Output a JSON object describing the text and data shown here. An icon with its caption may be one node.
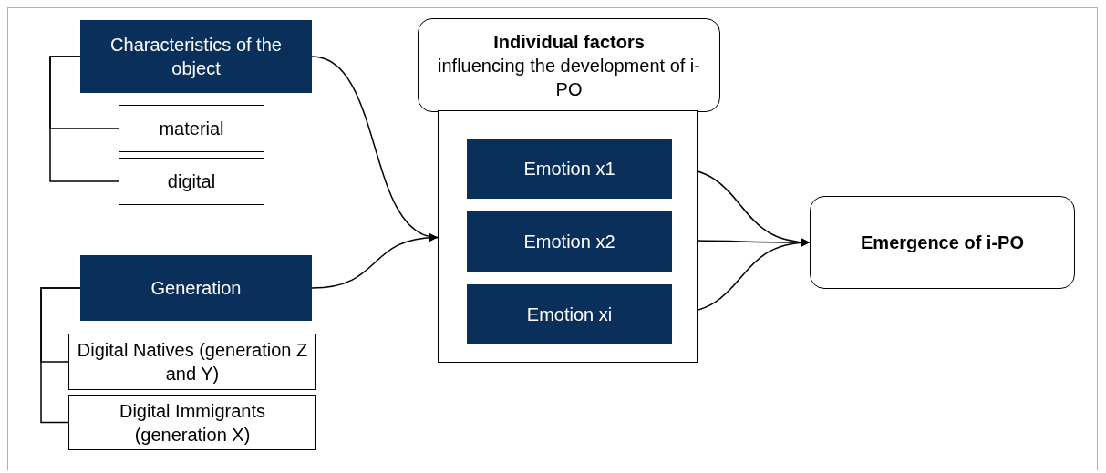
{
  "diagram": {
    "nodes": [
      {
        "text": [
          "Characteristics of the object"
        ]
      },
      {
        "text": [
          "material"
        ]
      },
      {
        "text": [
          "digital"
        ]
      },
      {
        "text": [
          "Generation"
        ]
      },
      {
        "text": [
          "Digital Natives (generation Z and Y)"
        ]
      },
      {
        "text": [
          "Digital Immigrants (generation X)"
        ]
      },
      {
        "text": [
          "Individual factors",
          "influencing the development of i-PO"
        ]
      },
      {
        "text": [],
        "shape": "box"
      },
      {
        "text": [
          "Emotion x1"
        ],
        "in": 7
      },
      {
        "text": [
          "Emotion x2"
        ],
        "in": 7
      },
      {
        "text": [
          "Emotion xi"
        ],
        "in": 7
      },
      {
        "text": [
          "Emergence of i-PO"
        ]
      }
    ],
    "edges": [
      {
        "from": 0,
        "to": 1,
        "arrow": "none"
      },
      {
        "from": 0,
        "to": 2,
        "arrow": "none"
      },
      {
        "from": 3,
        "to": 4,
        "arrow": "none"
      },
      {
        "from": 3,
        "to": 5,
        "arrow": "none"
      },
      {
        "from": 0,
        "to": 7,
        "arrow": "to"
      },
      {
        "from": 3,
        "to": 7,
        "arrow": "to"
      },
      {
        "from": 8,
        "to": 11,
        "arrow": "to"
      },
      {
        "from": 9,
        "to": 11,
        "arrow": "to"
      },
      {
        "from": 10,
        "to": 11,
        "arrow": "to"
      }
    ]
  }
}
